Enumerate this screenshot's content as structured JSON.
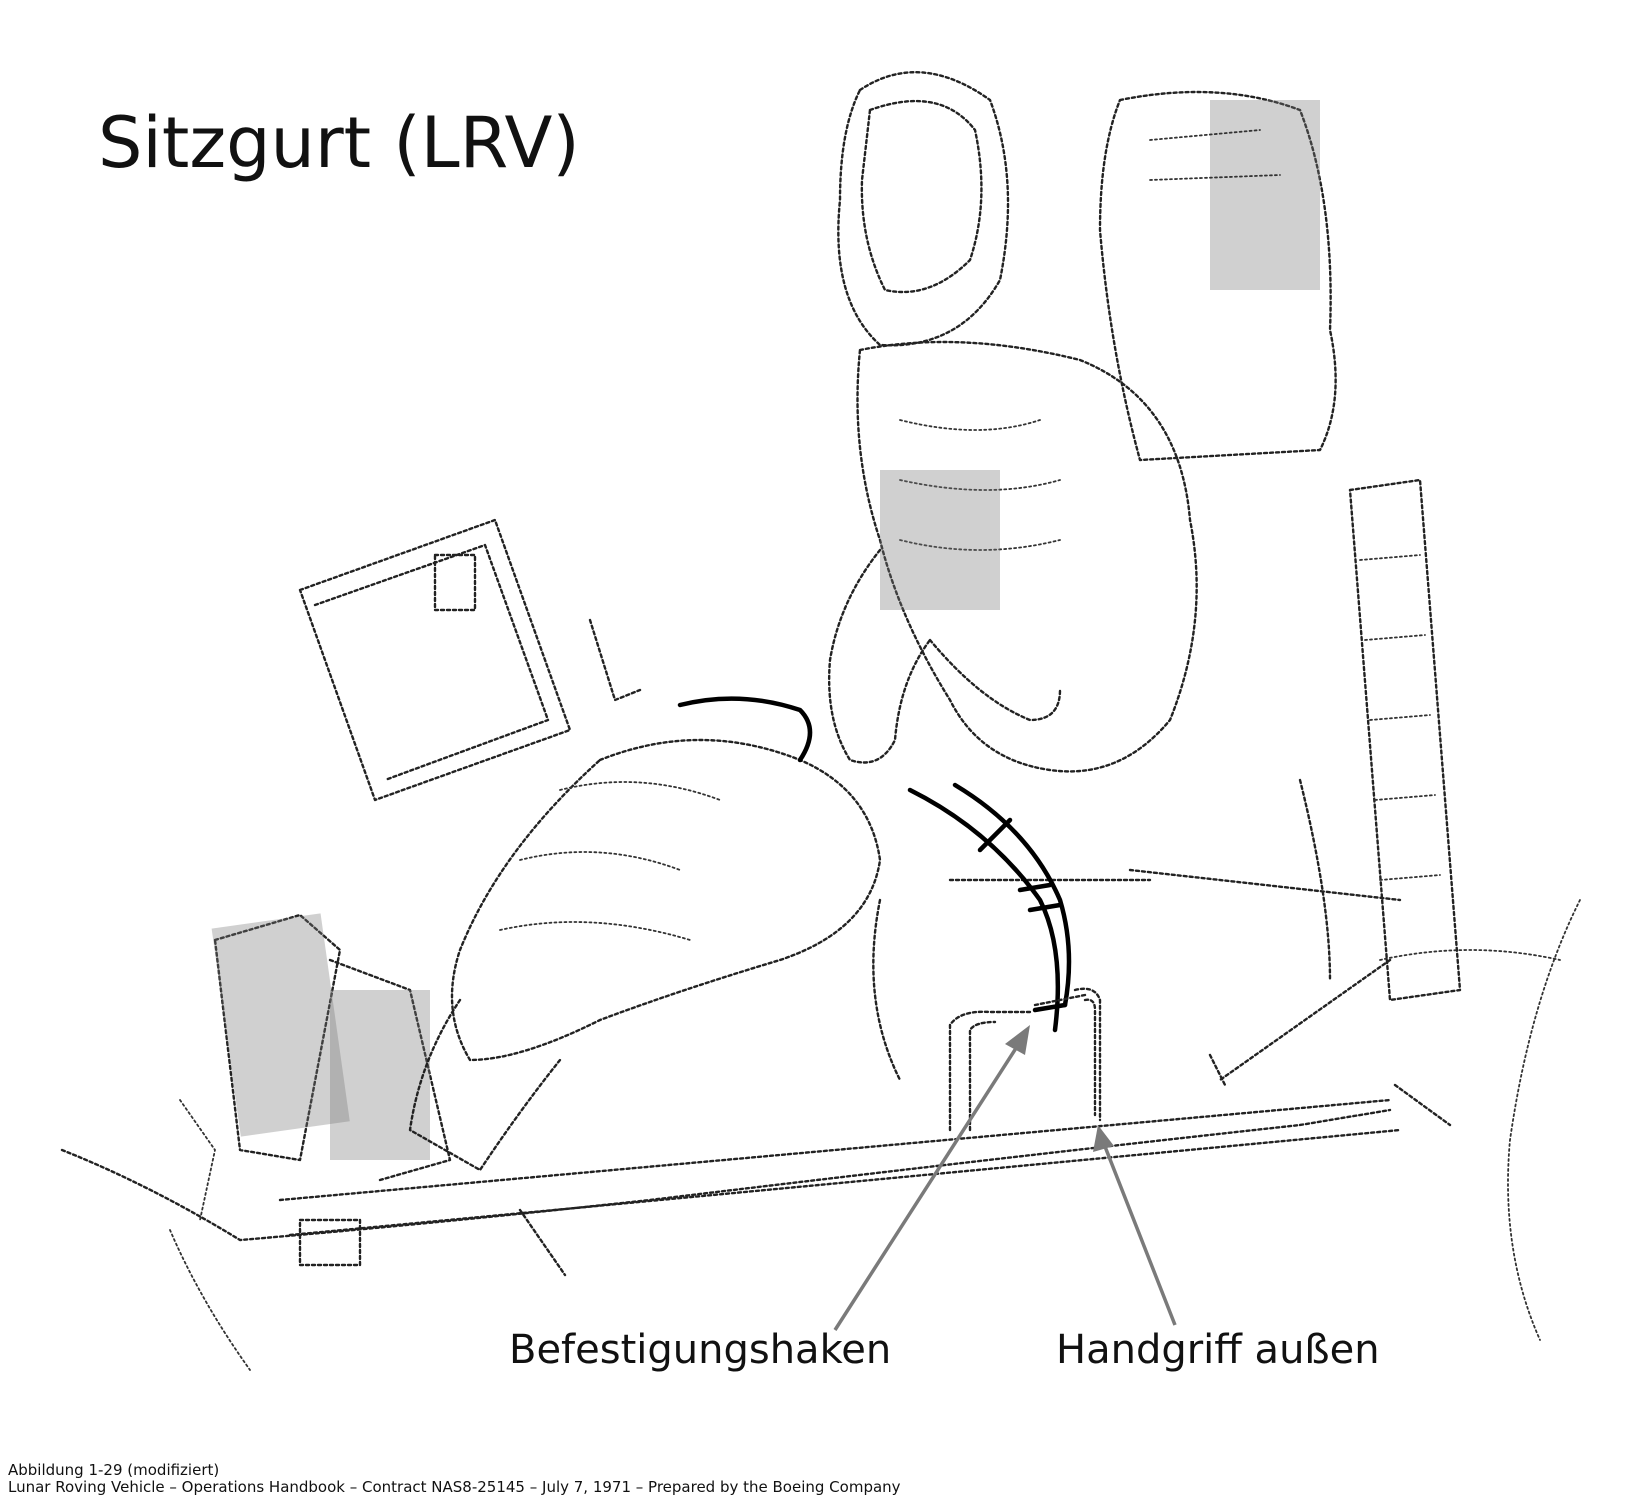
{
  "title": "Sitzgurt (LRV)",
  "illustration": {
    "subject": "lrv-seat-belt-astronaut-drawing",
    "callouts": [
      {
        "id": "hook",
        "label": "Befestigungshaken"
      },
      {
        "id": "handle",
        "label": "Handgriff außen"
      }
    ]
  },
  "caption": {
    "figure": "Abbildung 1-29 (modifiziert)",
    "source": "Lunar Roving Vehicle – Operations Handbook – Contract NAS8-25145 – July 7, 1971 – Prepared by the Boeing Company"
  },
  "colors": {
    "line_art": "#222222",
    "callout_arrow": "#7a7a7a",
    "background": "#ffffff"
  }
}
